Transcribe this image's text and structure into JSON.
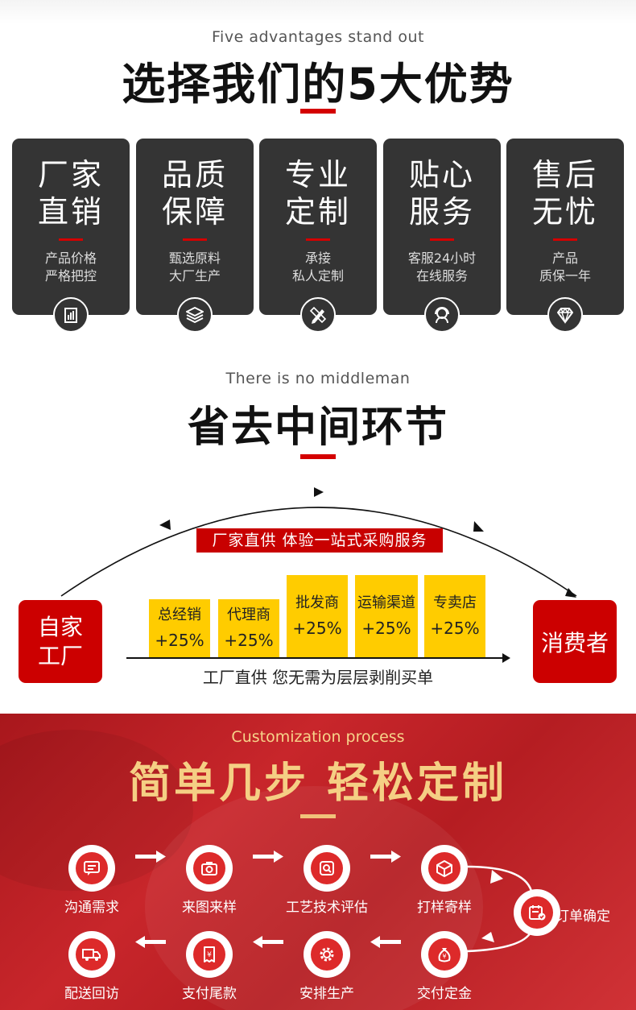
{
  "advantages": {
    "subtitle_en": "Five advantages stand out",
    "title": "选择我们的5大优势",
    "cards": [
      {
        "title_line1": "厂家",
        "title_line2": "直销",
        "desc_line1": "产品价格",
        "desc_line2": "严格把控",
        "icon": "building-chart-icon"
      },
      {
        "title_line1": "品质",
        "title_line2": "保障",
        "desc_line1": "甄选原料",
        "desc_line2": "大厂生产",
        "icon": "layers-icon"
      },
      {
        "title_line1": "专业",
        "title_line2": "定制",
        "desc_line1": "承接",
        "desc_line2": "私人定制",
        "icon": "pencil-ruler-icon"
      },
      {
        "title_line1": "贴心",
        "title_line2": "服务",
        "desc_line1": "客服24小时",
        "desc_line2": "在线服务",
        "icon": "headset-service-icon"
      },
      {
        "title_line1": "售后",
        "title_line2": "无忧",
        "desc_line1": "产品",
        "desc_line2": "质保一年",
        "icon": "diamond-icon"
      }
    ]
  },
  "middleman": {
    "subtitle_en": "There is no middleman",
    "title": "省去中间环节",
    "slogan": "厂家直供 体验一站式采购服务",
    "factory_line1": "自家",
    "factory_line2": "工厂",
    "consumer": "消费者",
    "intermediaries": [
      {
        "label": "总经销",
        "pct": "+25%"
      },
      {
        "label": "代理商",
        "pct": "+25%"
      },
      {
        "label": "批发商",
        "pct": "+25%"
      },
      {
        "label": "运输渠道",
        "pct": "+25%"
      },
      {
        "label": "专卖店",
        "pct": "+25%"
      }
    ],
    "note": "工厂直供 您无需为层层剥削买单"
  },
  "process": {
    "subtitle_en": "Customization process",
    "title": "简单几步 轻松定制",
    "steps": [
      {
        "label": "沟通需求",
        "icon": "chat-icon"
      },
      {
        "label": "来图来样",
        "icon": "camera-icon"
      },
      {
        "label": "工艺技术评估",
        "icon": "search-badge-icon"
      },
      {
        "label": "打样寄样",
        "icon": "package-icon"
      },
      {
        "label": "订单确定",
        "icon": "calendar-check-icon"
      },
      {
        "label": "交付定金",
        "icon": "money-bag-icon"
      },
      {
        "label": "安排生产",
        "icon": "gear-icon"
      },
      {
        "label": "支付尾款",
        "icon": "receipt-yen-icon"
      },
      {
        "label": "配送回访",
        "icon": "delivery-truck-icon"
      }
    ]
  },
  "colors": {
    "red": "#cc0000",
    "dark_card": "#343434",
    "yellow": "#ffcc00",
    "gold": "#f5cf84"
  }
}
